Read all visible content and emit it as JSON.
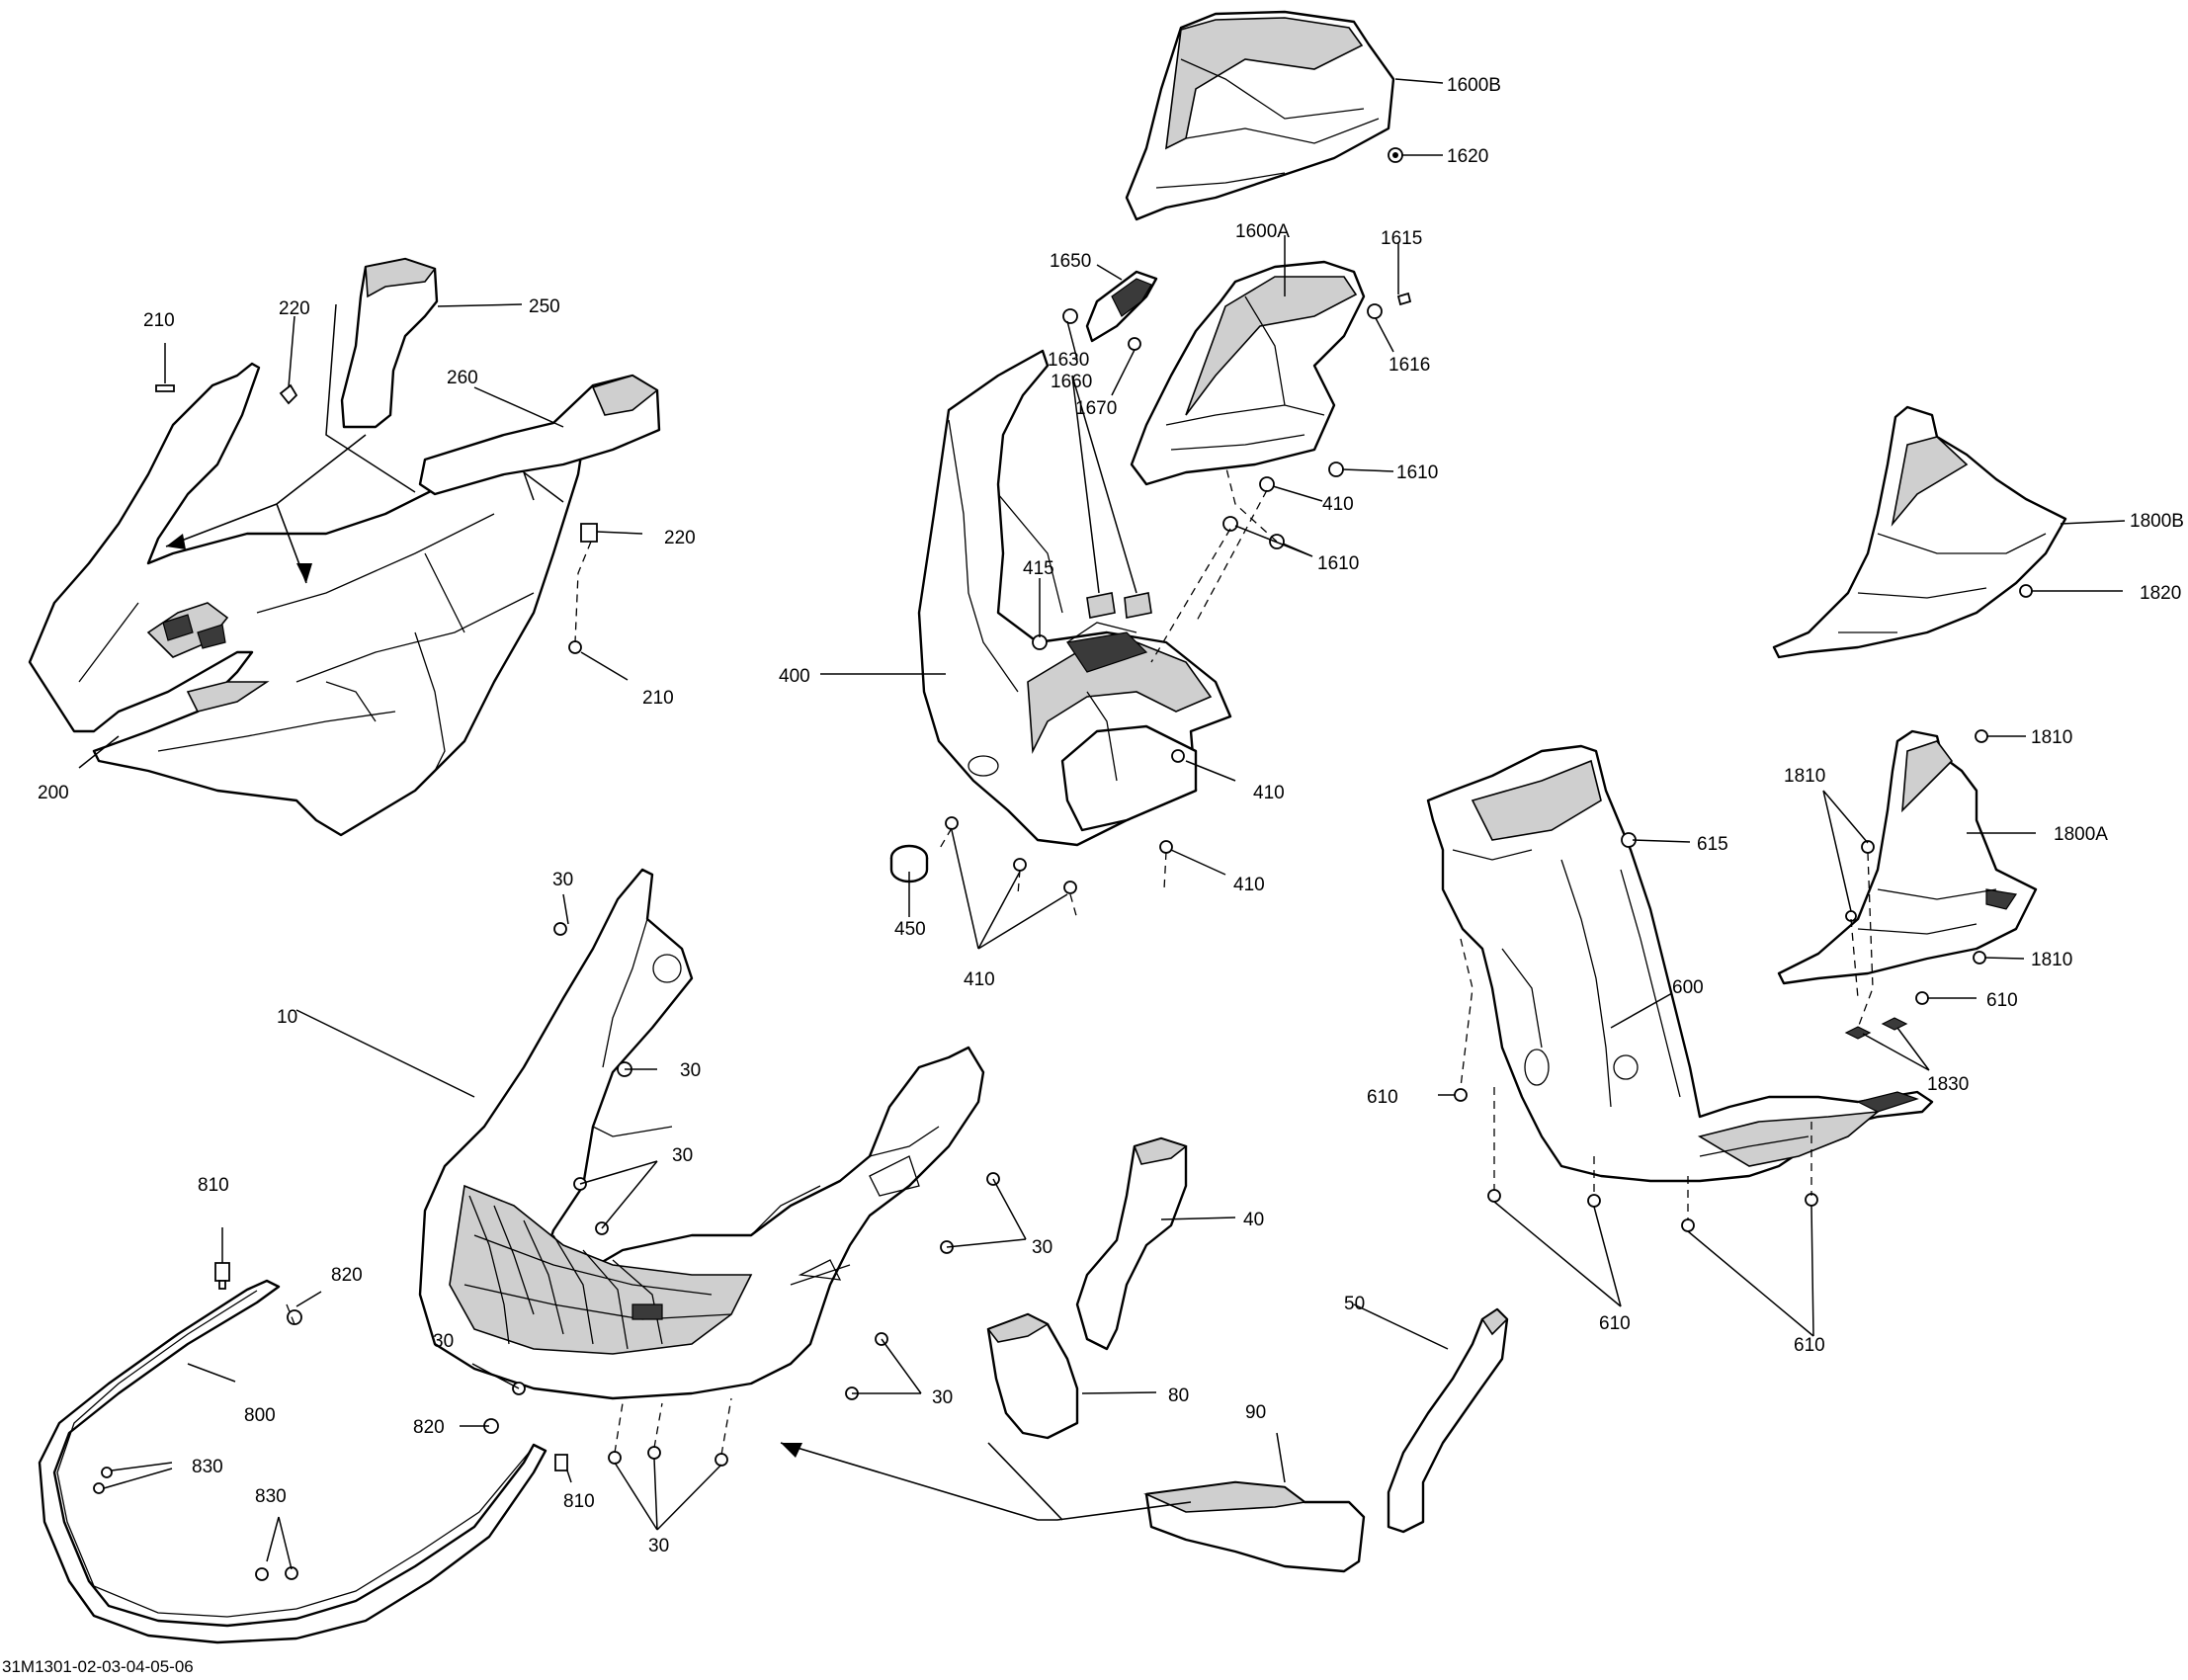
{
  "diagram_ref": "31M1301-02-03-04-05-06",
  "callouts": {
    "c10": "10",
    "c30a": "30",
    "c30b": "30",
    "c30c": "30",
    "c30d": "30",
    "c30e": "30",
    "c30f": "30",
    "c30g": "30",
    "c40": "40",
    "c50": "50",
    "c80": "80",
    "c90": "90",
    "c200": "200",
    "c210a": "210",
    "c210b": "210",
    "c220a": "220",
    "c220b": "220",
    "c250": "250",
    "c260": "260",
    "c400": "400",
    "c410a": "410",
    "c410b": "410",
    "c410c": "410",
    "c410d": "410",
    "c415": "415",
    "c450": "450",
    "c600": "600",
    "c610a": "610",
    "c610b": "610",
    "c610c": "610",
    "c610d": "610",
    "c615": "615",
    "c800": "800",
    "c810a": "810",
    "c810b": "810",
    "c820a": "820",
    "c820b": "820",
    "c830a": "830",
    "c830b": "830",
    "c1600a": "1600A",
    "c1600b": "1600B",
    "c1610a": "1610",
    "c1610b": "1610",
    "c1615": "1615",
    "c1616": "1616",
    "c1620": "1620",
    "c1630": "1630",
    "c1650": "1650",
    "c1660": "1660",
    "c1670": "1670",
    "c1800a": "1800A",
    "c1800b": "1800B",
    "c1810a": "1810",
    "c1810b": "1810",
    "c1810c": "1810",
    "c1820": "1820",
    "c1830": "1830"
  }
}
